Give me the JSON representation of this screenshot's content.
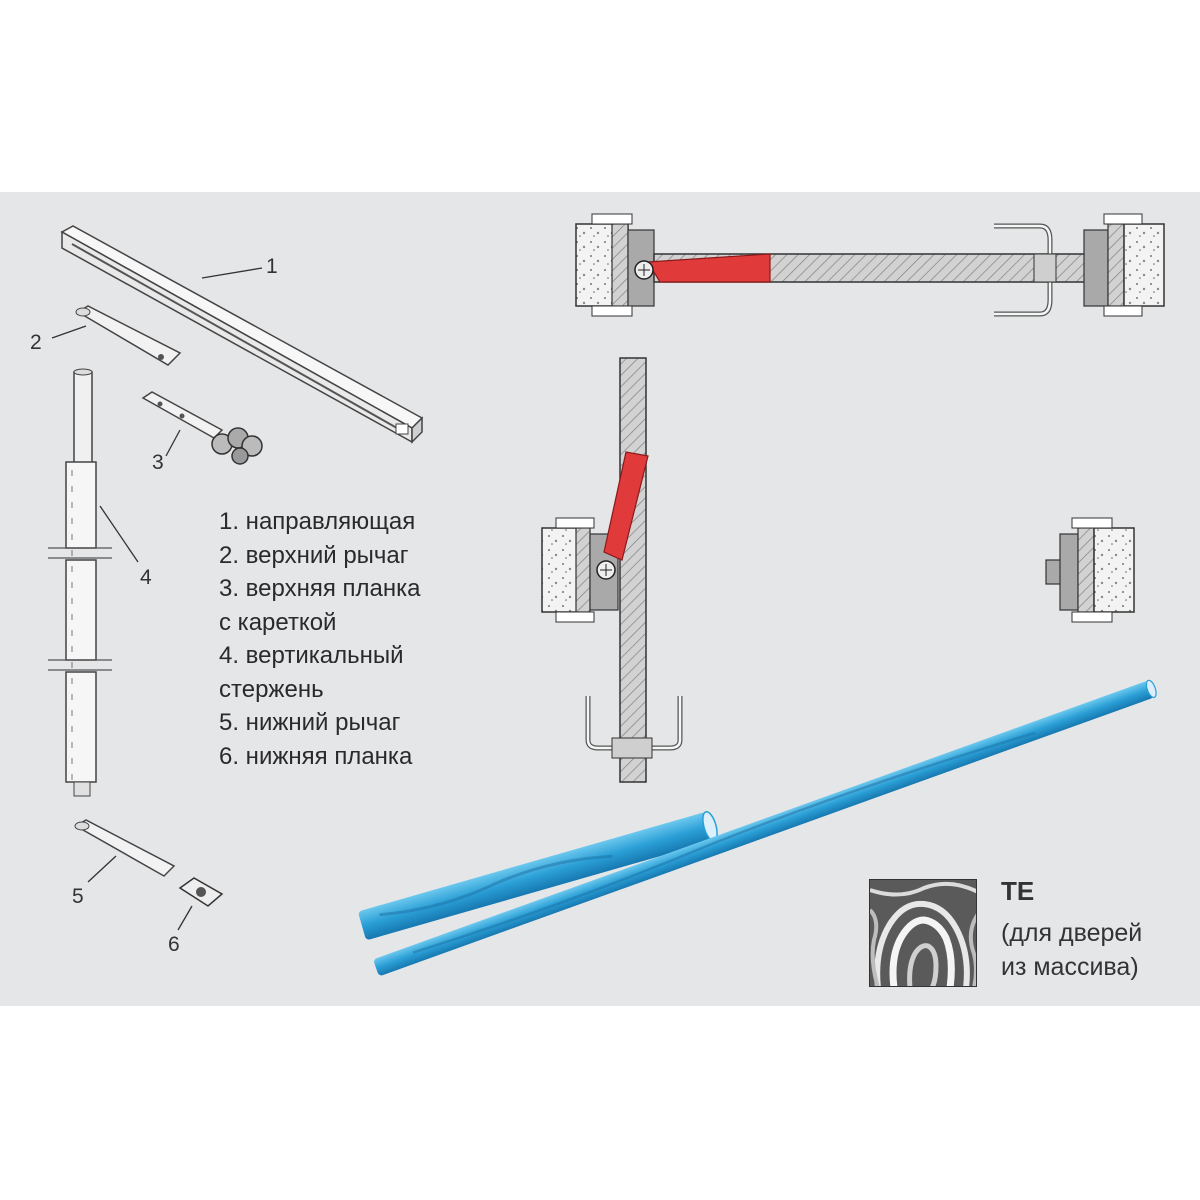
{
  "callouts": [
    "1",
    "2",
    "3",
    "4",
    "5",
    "6"
  ],
  "legend": [
    "1. направляющая",
    "2. верхний рычаг",
    "3. верхняя планка",
    "с кареткой",
    "4. вертикальный",
    "стержень",
    "5. нижний рычаг",
    "6. нижняя планка"
  ],
  "te": {
    "title": "TE",
    "note_line1": "(для дверей",
    "note_line2": "из массива)"
  },
  "colors": {
    "panel": "#e5e6e8",
    "lever_red": "#e03a3a",
    "rod_blue": "#2a9fd6",
    "wall_gray": "#b8b8b8"
  }
}
